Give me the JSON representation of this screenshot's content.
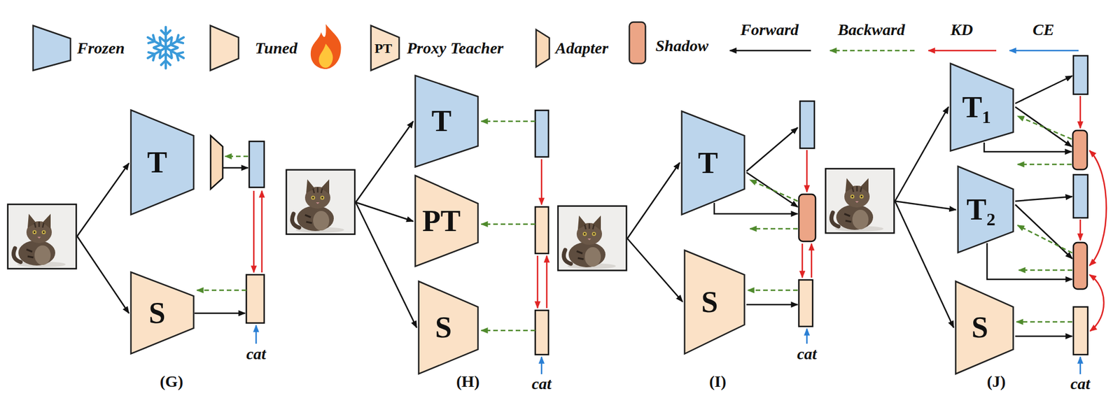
{
  "diagram": {
    "nodes": [
      {
        "text": [
          "T"
        ]
      },
      {
        "text": [
          "S"
        ]
      },
      {
        "text": [
          "T"
        ]
      },
      {
        "text": [
          "PT"
        ]
      },
      {
        "text": [
          "S"
        ]
      },
      {
        "text": [
          "T"
        ]
      },
      {
        "text": [
          "S"
        ]
      },
      {
        "text": [
          "T₁"
        ]
      },
      {
        "text": [
          "T₂"
        ]
      },
      {
        "text": [
          "S"
        ]
      }
    ],
    "labels": [
      "PT",
      "(G)",
      "cat",
      "(H)",
      "cat",
      "(I)",
      "cat",
      "(J)",
      "cat"
    ],
    "legend": [
      {
        "text": "Frozen",
        "color": "#bcd5ec"
      },
      {
        "text": "Tuned",
        "color": "#fbe1c6"
      },
      {
        "text": "Proxy Teacher",
        "color": "#fbe1c6"
      },
      {
        "text": "Adapter",
        "color": "#f9d9b8"
      },
      {
        "text": "Shadow",
        "color": "#eca586"
      },
      {
        "text": "Forward"
      },
      {
        "text": "Backward"
      },
      {
        "text": "KD"
      },
      {
        "text": "CE"
      }
    ]
  }
}
